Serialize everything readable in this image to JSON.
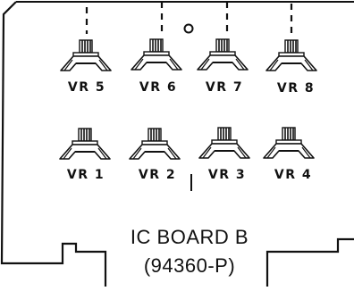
{
  "diagram": {
    "board_name": "IC BOARD B",
    "board_part": "(94360-P)",
    "pots": {
      "top_row": [
        "VR 5",
        "VR 6",
        "VR 7",
        "VR 8"
      ],
      "bottom_row": [
        "VR 1",
        "VR 2",
        "VR 3",
        "VR 4"
      ]
    },
    "colors": {
      "line": "#111111",
      "background": "#ffffff"
    }
  }
}
